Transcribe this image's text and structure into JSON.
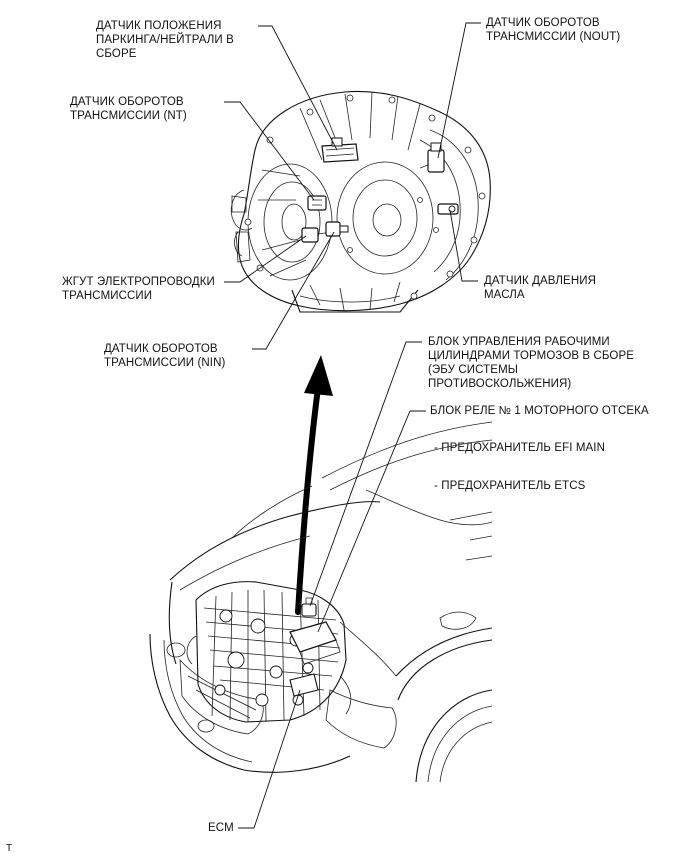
{
  "labels": {
    "park_neutral": [
      "ДАТЧИК ПОЛОЖЕНИЯ",
      "ПАРКИНГА/НЕЙТРАЛИ В",
      "СБОРЕ"
    ],
    "nout": [
      "ДАТЧИК ОБОРОТОВ",
      "ТРАНСМИССИИ (NOUT)"
    ],
    "nt": [
      "ДАТЧИК ОБОРОТОВ",
      "ТРАНСМИССИИ (NT)"
    ],
    "harness": [
      "ЖГУТ ЭЛЕКТРОПРОВОДКИ",
      "ТРАНСМИССИИ"
    ],
    "oil_pressure": [
      "ДАТЧИК ДАВЛЕНИЯ",
      "МАСЛА"
    ],
    "nin": [
      "ДАТЧИК ОБОРОТОВ",
      "ТРАНСМИССИИ (NIN)"
    ],
    "brake_actuator": [
      "БЛОК УПРАВЛЕНИЯ РАБОЧИМИ",
      "ЦИЛИНДРАМИ ТОРМОЗОВ В СБОРЕ",
      "(ЭБУ СИСТЕМЫ",
      "ПРОТИВОСКОЛЬЖЕНИЯ)"
    ],
    "relay_block": "БЛОК РЕЛЕ № 1 МОТОРНОГО ОТСЕКА",
    "fuse_efi": "- ПРЕДОХРАНИТЕЛЬ EFI MAIN",
    "fuse_etcs": "- ПРЕДОХРАНИТЕЛЬ ETCS",
    "ecm": "ECM"
  },
  "corner_mark": "T"
}
